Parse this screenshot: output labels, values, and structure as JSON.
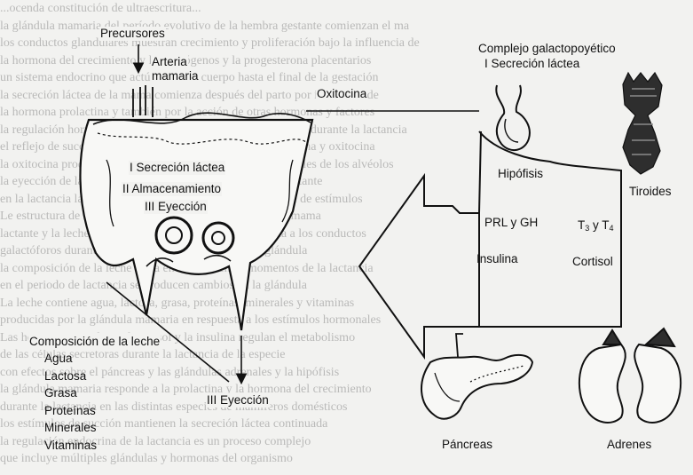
{
  "background_text": {
    "lines": [
      "...ocenda constitución de ultraescritura...",
      "la glándula mamaria del período evolutivo de la hembra gestante comienzan el ma",
      "los conductos glandulares muestran crecimiento y proliferación bajo la influencia de",
      "la hormona del crecimiento y los estrógenos y la progesterona placentarios",
      "un sistema endocrino que actúa sobre el cuerpo hasta el final de la gestación",
      "la secreción láctea de la mama comienza después del parto por influencia de",
      "la hormona prolactina y también por la acción de otras hormonas y factores",
      "la regulación hormonal de la producción de leche se mantiene durante la lactancia",
      "el reflejo de succión estimula la hipófisis para liberar prolactina y oxitocina",
      "la oxitocina produce la contracción de las células mioepiteliales de los alvéolos",
      "la eyección de la leche se produce durante la succión del lactante",
      "en la lactancia la secreción de la glándula mamaria depende de estímulos",
      "Le estructura de la glándula mamaria de las especies de la mama",
      "lactante y la leche producida en los alvéolos es conducida a los conductos",
      "galactóforos durante la lactancia hasta el pezón de la glándula",
      "la composición de la leche varía en los diferentes momentos de la lactancia",
      "en el periodo de lactancia se producen cambios en la glándula",
      "La leche contiene agua, lactosa, grasa, proteínas, minerales y vitaminas",
      "producidas por la glándula mamaria en respuesta a los estímulos hormonales",
      "Las hormonas tiroideas, el cortisol y la insulina regulan el metabolismo",
      "de las células secretoras durante la lactancia de la especie",
      "con efectos sobre el páncreas y las glándulas adrenales y la hipófisis",
      "la glándula mamaria responde a la prolactina y la hormona del crecimiento",
      "durante la lactancia en las distintas especies de mamíferos domésticos",
      "los estímulos de succión mantienen la secreción láctea continuada",
      "la regulación endocrina de la lactancia es un proceso complejo",
      "que incluye múltiples glándulas y hormonas del organismo"
    ]
  },
  "labels": {
    "precursores": "Precursores",
    "arteria": "Arteria",
    "mamaria": "mamaria",
    "oxitocina": "Oxitocina",
    "complejo": "Complejo galactopoyético",
    "secrecion_top": "I Secreción láctea",
    "secrecion": "I Secreción láctea",
    "almacenamiento": "II Almacenamiento",
    "eyeccion_mid": "III Eyección",
    "eyeccion_bottom": "III Eyección",
    "hipofisis": "Hipófisis",
    "tiroides": "Tiroides",
    "prl_gh": "PRL y GH",
    "t3t4_base": "T",
    "t3_sub": "3",
    "t3t4_mid": " y T",
    "t4_sub": "4",
    "insulina": "Insulina",
    "cortisol": "Cortisol",
    "pancreas": "Páncreas",
    "adrenes": "Adrenes"
  },
  "composicion": {
    "title": "Composición de la leche",
    "items": [
      "Agua",
      "Lactosa",
      "Grasa",
      "Proteínas",
      "Minerales",
      "Vitaminas"
    ]
  },
  "colors": {
    "ink": "#111111",
    "paper": "#f2f2f0",
    "shade": "#3a3a3a"
  }
}
